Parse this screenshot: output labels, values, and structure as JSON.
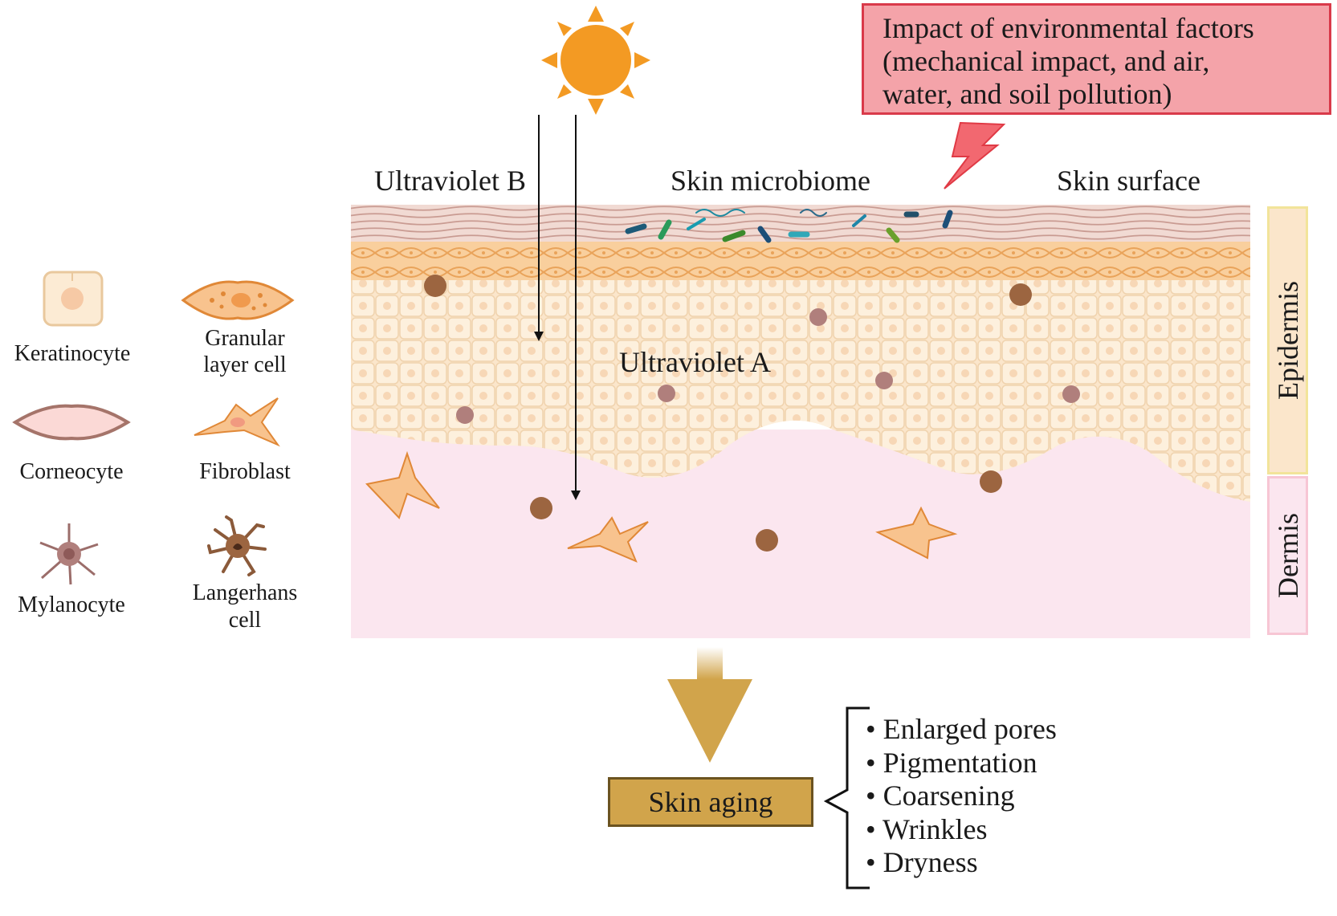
{
  "legend": {
    "keratinocyte": "Keratinocyte",
    "granular_line1": "Granular",
    "granular_line2": "layer cell",
    "corneocyte": "Corneocyte",
    "fibroblast": "Fibroblast",
    "mylanocyte": "Mylanocyte",
    "langerhans_line1": "Langerhans",
    "langerhans_line2": "cell"
  },
  "labels": {
    "uvb": "Ultraviolet B",
    "uva": "Ultraviolet A",
    "microbiome": "Skin microbiome",
    "surface": "Skin surface",
    "epidermis": "Epidermis",
    "dermis": "Dermis"
  },
  "environment": {
    "line1": "Impact of environmental factors",
    "line2": "(mechanical impact, and air,",
    "line3": "water, and soil pollution)"
  },
  "outcome": {
    "label": "Skin aging",
    "effects": [
      "Enlarged pores",
      "Pigmentation",
      "Coarsening",
      "Wrinkles",
      "Dryness"
    ]
  },
  "colors": {
    "sun": "#f39a23",
    "epidermis": "#fbe6cb",
    "dermis": "#fbe6ef",
    "aging_box": "#d1a44b",
    "env_box": "#f4a3a9",
    "arrow": "#d1a44b"
  }
}
